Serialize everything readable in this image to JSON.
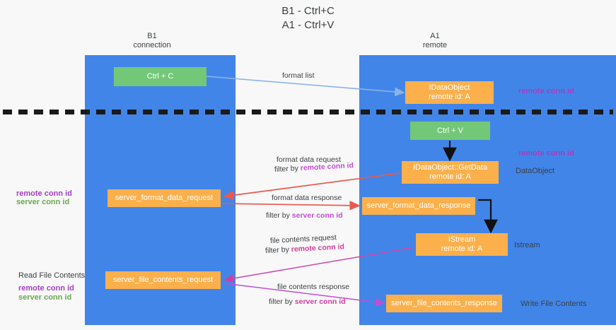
{
  "title": {
    "line1": "B1 - Ctrl+C",
    "line2": "A1 - Ctrl+V"
  },
  "columns": [
    {
      "id": "b1",
      "name": "B1",
      "sub": "connection",
      "color": "#4285e8"
    },
    {
      "id": "a1",
      "name": "A1",
      "sub": "remote",
      "color": "#4285e8"
    }
  ],
  "colors": {
    "lane": "#4285e8",
    "green_box": "#72c878",
    "orange_box": "#fbb04c",
    "purple_text": "#a13fc4",
    "green_text": "#6aa84f",
    "magenta_arrow": "#d13ea0",
    "red_arrow": "#e8594f",
    "blue_arrow": "#8ab4e8",
    "black_arrow": "#000000",
    "background": "#f8f8f8",
    "separator": "#1a1a1a"
  },
  "boxes": {
    "ctrl_c": {
      "label": "Ctrl + C",
      "type": "green"
    },
    "dataobject_remote": {
      "line1": "IDataObject",
      "line2": "remote id: A",
      "type": "orange"
    },
    "ctrl_v": {
      "label": "Ctrl + V",
      "type": "green"
    },
    "getdata": {
      "line1": "IDataObject::GetData",
      "line2": "remote id: A",
      "type": "orange"
    },
    "server_format_data_request": {
      "label": "server_format_data_request",
      "type": "orange"
    },
    "server_format_data_response": {
      "label": "server_format_data_response",
      "type": "orange"
    },
    "istream": {
      "line1": "IStream",
      "line2": "remote id: A",
      "type": "orange"
    },
    "server_file_contents_request": {
      "label": "server_file_contents_request",
      "type": "orange"
    },
    "server_file_contents_response": {
      "label": "server_file_contents_response",
      "type": "orange"
    }
  },
  "side_labels": {
    "remote_conn_id_top": "remote conn id",
    "remote_conn_id_mid": "remote conn id",
    "dataobject": "DataObject",
    "istream": "Istream",
    "write_file_contents": "Write File Contents",
    "left_remote_conn_id": "remote conn id",
    "left_server_conn_id": "server conn id",
    "read_file_contents": "Read File Contents",
    "left_remote_conn_id_2": "remote conn id",
    "left_server_conn_id_2": "server conn id"
  },
  "arrow_labels": {
    "format_list": "format list",
    "format_data_request": "format data request",
    "filter_by_prefix": "filter by ",
    "remote_conn_id": "remote conn id",
    "format_data_response": "format data response",
    "server_conn_id": "server conn id",
    "file_contents_request": "file contents request",
    "file_contents_response": "file contents response"
  }
}
